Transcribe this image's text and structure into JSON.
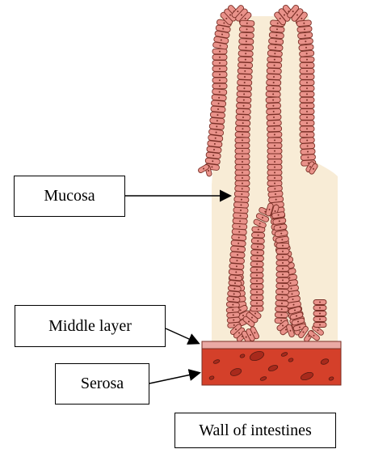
{
  "labels": {
    "mucosa": "Mucosa",
    "middle_layer": "Middle layer",
    "serosa": "Serosa",
    "caption": "Wall of intestines"
  },
  "colors": {
    "background_tissue": "#f8ecd6",
    "cell_fill": "#e9928a",
    "cell_outline": "#7a2f26",
    "middle_layer": "#eaa9a4",
    "serosa": "#d4402a",
    "arrow": "#000000"
  }
}
